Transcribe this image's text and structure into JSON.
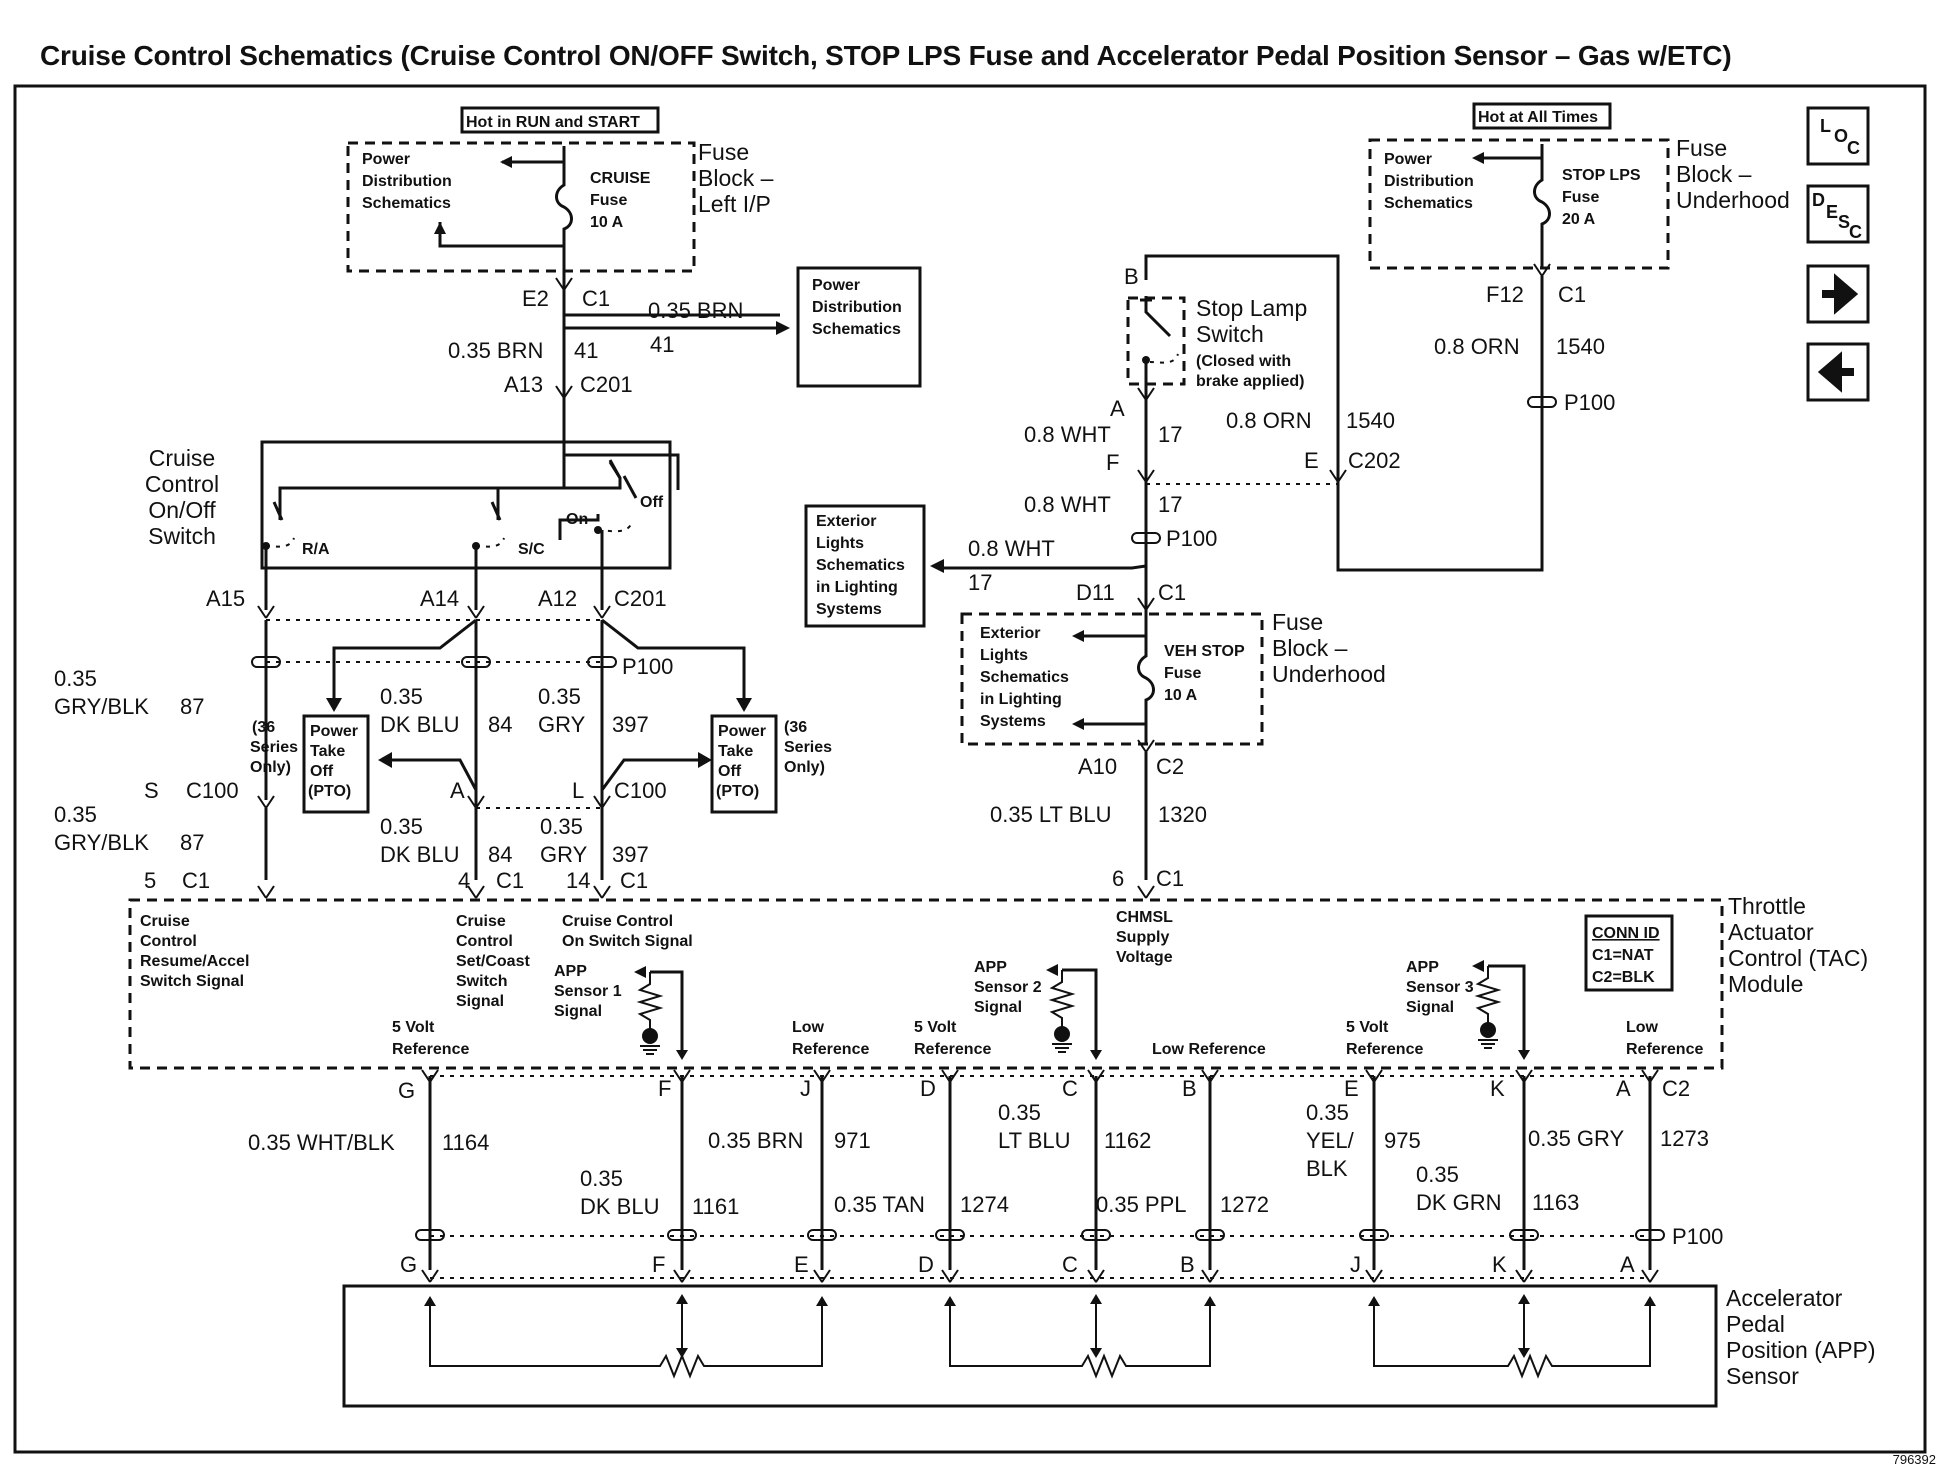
{
  "title": "Cruise Control Schematics (Cruise Control ON/OFF Switch, STOP LPS Fuse and Accelerator Pedal Position Sensor – Gas w/ETC)",
  "figure_id": "796392",
  "nav": {
    "loc": "LOC",
    "desc": "DESC"
  },
  "left_fuse": {
    "hot": "Hot in RUN and START",
    "pds": [
      "Power",
      "Distribution",
      "Schematics"
    ],
    "fuse": [
      "CRUISE",
      "Fuse",
      "10 A"
    ],
    "block": [
      "Fuse",
      "Block –",
      "Left I/P"
    ],
    "pin_e2": "E2",
    "conn_c1": "C1",
    "branch_wire": "0.35 BRN",
    "branch_circ": "41",
    "pds_box": [
      "Power",
      "Distribution",
      "Schematics"
    ],
    "wire": "0.35 BRN",
    "circ": "41",
    "pin_a13": "A13",
    "conn_c201": "C201"
  },
  "cruise_switch": {
    "name": [
      "Cruise",
      "Control",
      "On/Off",
      "Switch"
    ],
    "ra": "R/A",
    "sc": "S/C",
    "on": "On",
    "off": "Off",
    "pins": [
      "A15",
      "A14",
      "A12"
    ],
    "conn": "C201",
    "p100": "P100",
    "w87": [
      "0.35",
      "GRY/BLK",
      "87"
    ],
    "w84": [
      "0.35",
      "DK BLU",
      "84"
    ],
    "w397": [
      "0.35",
      "GRY",
      "397"
    ],
    "pto_note": [
      "(36",
      "Series",
      "Only)"
    ],
    "pto_box": [
      "Power",
      "Take",
      "Off",
      "(PTO)"
    ],
    "c100_s": "S",
    "c100_a": "A",
    "c100_l": "L",
    "c100": "C100",
    "w87b": [
      "0.35",
      "GRY/BLK",
      "87"
    ],
    "w84b": [
      "0.35",
      "DK BLU",
      "84"
    ],
    "w397b": [
      "0.35",
      "GRY",
      "397"
    ],
    "c1_5": "5",
    "c1_4": "4",
    "c1_14": "14",
    "c1": "C1"
  },
  "right_fuse": {
    "hot": "Hot at All Times",
    "pds": [
      "Power",
      "Distribution",
      "Schematics"
    ],
    "fuse": [
      "STOP LPS",
      "Fuse",
      "20 A"
    ],
    "block": [
      "Fuse",
      "Block –",
      "Underhood"
    ],
    "pin_f12": "F12",
    "conn_c1": "C1",
    "wire": "0.8 ORN",
    "circ": "1540",
    "p100": "P100"
  },
  "stop_lamp": {
    "b": "B",
    "name": [
      "Stop Lamp",
      "Switch"
    ],
    "note": [
      "(Closed with",
      "brake applied)"
    ],
    "a": "A",
    "w17a": "0.8 WHT",
    "c17a": "17",
    "f": "F",
    "e": "E",
    "c202": "C202",
    "w1540": "0.8 ORN",
    "c1540": "1540",
    "w17b": "0.8 WHT",
    "c17b": "17",
    "p100": "P100",
    "ext": [
      "Exterior",
      "Lights",
      "Schematics",
      "in Lighting",
      "Systems"
    ],
    "w17c": "0.8 WHT",
    "c17c": "17",
    "d11": "D11",
    "c1": "C1"
  },
  "veh_fuse": {
    "ext": [
      "Exterior",
      "Lights",
      "Schematics",
      "in Lighting",
      "Systems"
    ],
    "fuse": [
      "VEH STOP",
      "Fuse",
      "10 A"
    ],
    "block": [
      "Fuse",
      "Block –",
      "Underhood"
    ],
    "a10": "A10",
    "c2": "C2",
    "wire": "0.35 LT BLU",
    "circ": "1320",
    "pin6": "6",
    "c1": "C1"
  },
  "tac": {
    "name": [
      "Throttle",
      "Actuator",
      "Control (TAC)",
      "Module"
    ],
    "conn_id": [
      "CONN ID",
      "C1=NAT",
      "C2=BLK"
    ],
    "sig_resume": [
      "Cruise",
      "Control",
      "Resume/Accel",
      "Switch Signal"
    ],
    "sig_setcoast": [
      "Cruise",
      "Control",
      "Set/Coast",
      "Switch",
      "Signal"
    ],
    "sig_on": [
      "Cruise Control",
      "On Switch Signal"
    ],
    "chmsl": [
      "CHMSL",
      "Supply",
      "Voltage"
    ],
    "app1": [
      "APP",
      "Sensor 1",
      "Signal"
    ],
    "app2": [
      "APP",
      "Sensor 2",
      "Signal"
    ],
    "app3": [
      "APP",
      "Sensor 3",
      "Signal"
    ],
    "ref5a": [
      "5 Volt",
      "Reference"
    ],
    "ref5b": [
      "5 Volt",
      "Reference"
    ],
    "ref5c": [
      "5 Volt",
      "Reference"
    ],
    "lowa": [
      "Low",
      "Reference"
    ],
    "lowb": "Low Reference",
    "lowc": [
      "Low",
      "Reference"
    ],
    "pins": [
      "G",
      "F",
      "J",
      "D",
      "C",
      "B",
      "E",
      "K",
      "A"
    ],
    "conn_c2": "C2"
  },
  "bottom_wires": {
    "w1164": "0.35 WHT/BLK",
    "c1164": "1164",
    "w1161": [
      "0.35",
      "DK BLU"
    ],
    "c1161": "1161",
    "w971": "0.35 BRN",
    "c971": "971",
    "w1274": "0.35 TAN",
    "c1274": "1274",
    "w1162": [
      "0.35",
      "LT BLU"
    ],
    "c1162": "1162",
    "w1272": "0.35 PPL",
    "c1272": "1272",
    "w975": [
      "0.35",
      "YEL/",
      "BLK"
    ],
    "c975": "975",
    "w1163": [
      "0.35",
      "DK GRN"
    ],
    "c1163": "1163",
    "w1273": "0.35 GRY",
    "c1273": "1273",
    "p100": "P100",
    "pins": [
      "G",
      "F",
      "E",
      "D",
      "C",
      "B",
      "J",
      "K",
      "A"
    ]
  },
  "app_sensor": {
    "name": [
      "Accelerator",
      "Pedal",
      "Position (APP)",
      "Sensor"
    ]
  }
}
